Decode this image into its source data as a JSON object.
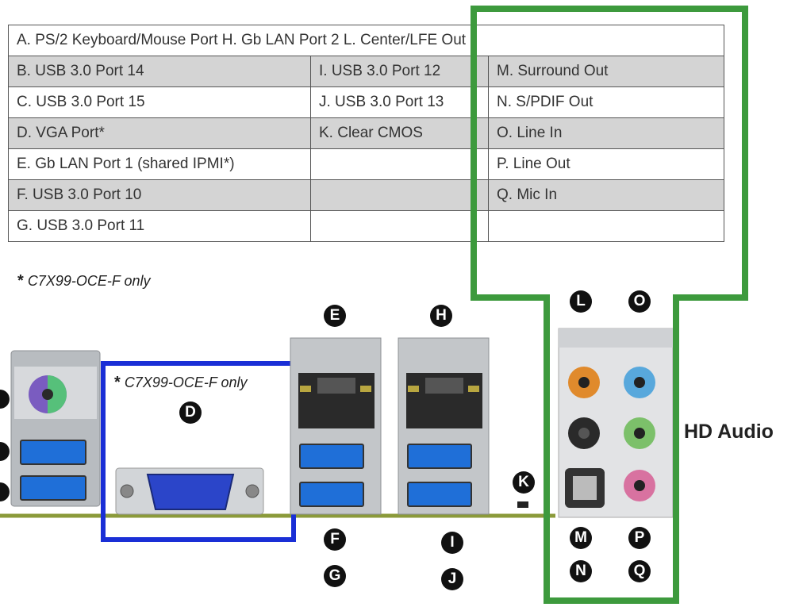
{
  "legend": {
    "header_row": "A. PS/2 Keyboard/Mouse Port H. Gb LAN Port 2 L. Center/LFE Out",
    "rows": [
      [
        "B. USB 3.0 Port 14",
        "I. USB 3.0 Port 12",
        "M. Surround Out"
      ],
      [
        "C. USB 3.0 Port 15",
        "J. USB 3.0 Port 13",
        "N. S/PDIF Out"
      ],
      [
        "D. VGA Port*",
        "K. Clear CMOS",
        "O. Line In"
      ],
      [
        "E. Gb LAN Port 1 (shared IPMI*)",
        "",
        "P. Line Out"
      ],
      [
        "F. USB 3.0 Port 10",
        "",
        "Q. Mic In"
      ],
      [
        "G. USB 3.0 Port 11",
        "",
        ""
      ]
    ]
  },
  "footnote": {
    "star": "*",
    "text": "C7X99-OCE-F only"
  },
  "vga_note": {
    "star": "*",
    "text": "C7X99-OCE-F only"
  },
  "badges": {
    "D": "D",
    "E": "E",
    "F": "F",
    "G": "G",
    "H": "H",
    "I": "I",
    "J": "J",
    "K": "K",
    "L": "L",
    "M": "M",
    "N": "N",
    "O": "O",
    "P": "P",
    "Q": "Q"
  },
  "audio_label": "HD Audio",
  "colors": {
    "highlight_audio": "#3d9a3d",
    "highlight_vga": "#1a2fd6",
    "board_line": "#8b9a3a",
    "jack_orange": "#e08a2c",
    "jack_blue": "#58a8dc",
    "jack_black": "#2a2a2a",
    "jack_green": "#7cc06a",
    "jack_pink": "#d872a0",
    "usb_blue": "#1f6fd8",
    "vga_blue": "#2b45c9",
    "ps2_purple": "#8a6cc8",
    "ps2_green": "#56c07a"
  }
}
